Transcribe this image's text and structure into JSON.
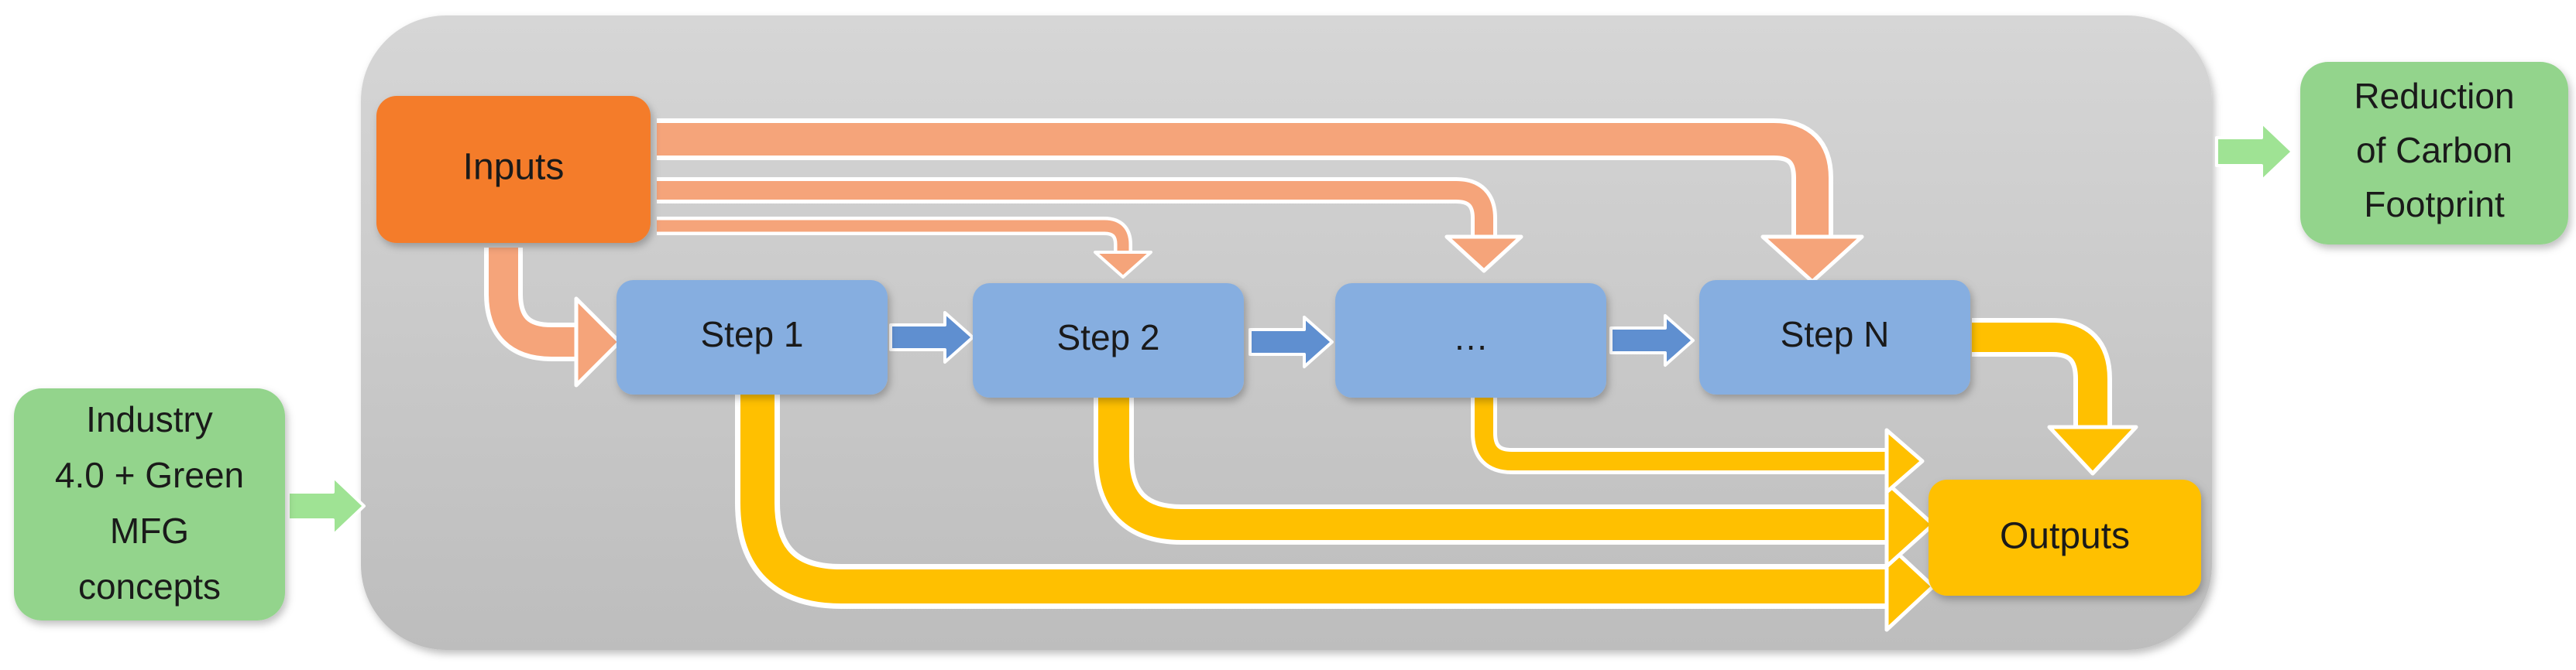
{
  "colors": {
    "panel": "#cdcdcd",
    "inputs": "#f47c2a",
    "step": "#86aee0",
    "outputs": "#ffc000",
    "green": "#93d48c",
    "orange_arrow": "#f5a47a",
    "yellow_arrow": "#ffc000",
    "blue_arrow": "#5f8fd0",
    "green_arrow": "#9fe394"
  },
  "inputs": {
    "label": "Inputs"
  },
  "steps": [
    {
      "label": "Step 1"
    },
    {
      "label": "Step 2"
    },
    {
      "label": "…"
    },
    {
      "label": "Step N"
    }
  ],
  "outputs": {
    "label": "Outputs"
  },
  "context": {
    "lines": [
      "Industry",
      "4.0 + Green",
      "MFG",
      "concepts"
    ]
  },
  "result": {
    "lines": [
      "Reduction",
      "of Carbon",
      "Footprint"
    ]
  }
}
